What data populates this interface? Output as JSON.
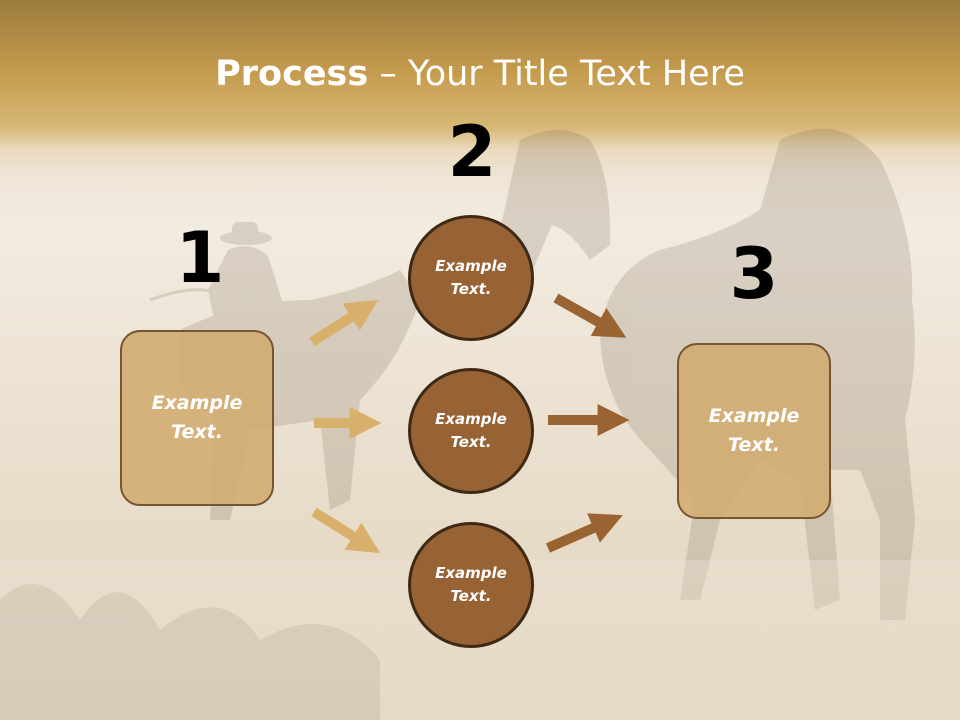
{
  "title": {
    "strong": "Process",
    "rest": " – Your Title Text Here"
  },
  "steps": [
    {
      "number": "1",
      "label": "Example\nText."
    },
    {
      "number": "2",
      "label": "Example\nText."
    },
    {
      "number": "3",
      "label": "Example\nText."
    }
  ],
  "circles": [
    {
      "label": "Example\nText."
    },
    {
      "label": "Example\nText."
    },
    {
      "label": "Example\nText."
    }
  ],
  "colors": {
    "box_fill": "#d2ab70",
    "circle_fill": "#976234",
    "arrow_light": "#d8b06c",
    "arrow_dark": "#9a6432"
  }
}
